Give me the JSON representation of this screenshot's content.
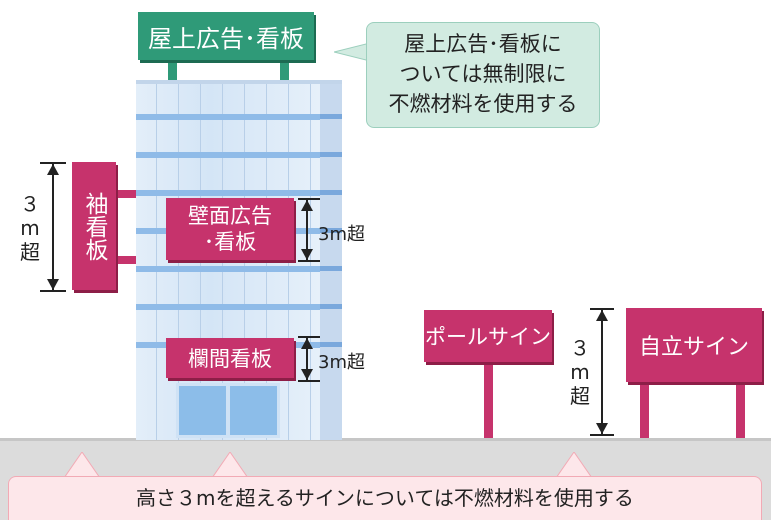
{
  "signs": {
    "rooftop": "屋上広告･看板",
    "projecting": "袖看板",
    "wall_line1": "壁面広告",
    "wall_line2": "･看板",
    "column": "欄間看板",
    "pole": "ポールサイン",
    "freestanding": "自立サイン"
  },
  "callouts": {
    "rooftop_note": [
      "屋上広告･看板に",
      "ついては無制限に",
      "不燃材料を使用する"
    ],
    "bottom_note": "高さ３mを超えるサインについては不燃材料を使用する"
  },
  "dimensions": {
    "left_vertical": "３m超",
    "wall": "3m超",
    "column": "3m超",
    "right_vertical": "３m超"
  },
  "colors": {
    "sign_magenta": "#c6336c",
    "rooftop_green": "#2f9a78",
    "building_blue": "#8fbbe8"
  }
}
